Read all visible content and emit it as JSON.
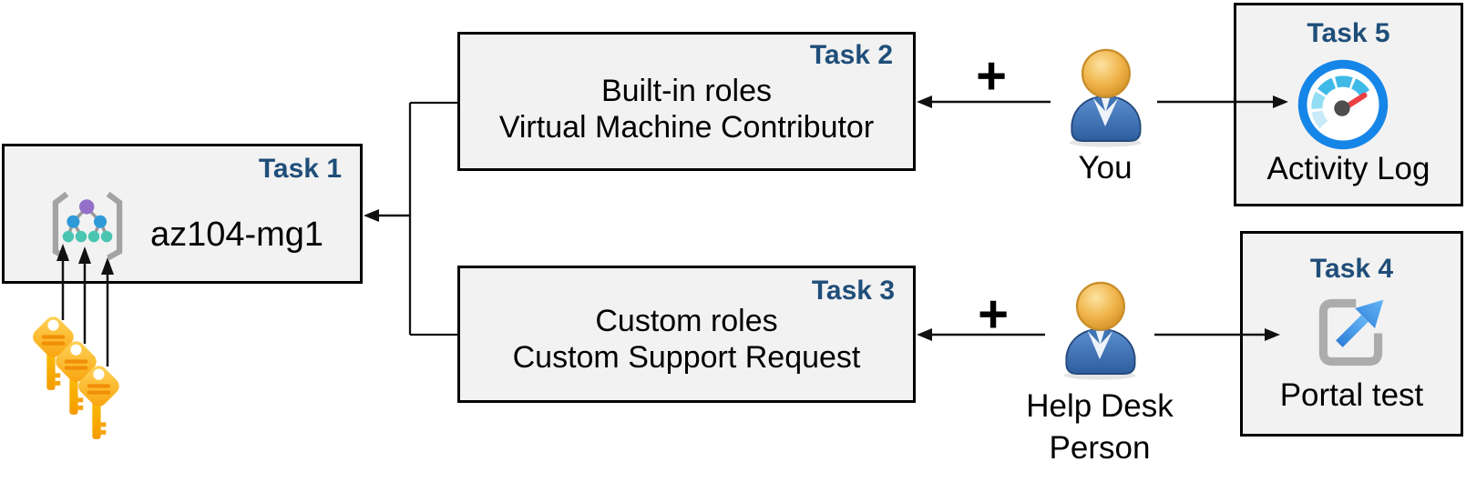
{
  "diagram": {
    "task1": {
      "label": "Task 1",
      "title": "az104-mg1"
    },
    "task2": {
      "label": "Task 2",
      "line1": "Built-in roles",
      "line2": "Virtual Machine Contributor"
    },
    "task3": {
      "label": "Task 3",
      "line1": "Custom roles",
      "line2": "Custom Support Request"
    },
    "task4": {
      "label": "Task 4",
      "caption": "Portal test"
    },
    "task5": {
      "label": "Task 5",
      "caption": "Activity Log"
    },
    "actors": {
      "you": {
        "label": "You"
      },
      "help_desk": {
        "label_line1": "Help Desk",
        "label_line2": "Person"
      }
    },
    "operators": {
      "add_role_top": "+",
      "add_role_bottom": "+"
    },
    "icons": {
      "task1_icon": "management-group-icon",
      "task5_icon": "activity-log-gauge-icon",
      "task4_icon": "portal-external-link-icon",
      "keys_icon": "three-keys-icon",
      "actor_icon": "person-icon"
    },
    "colors": {
      "box_fill": "#f2f2f2",
      "box_border": "#000000",
      "task_label_navy": "#1f4e79",
      "gauge_ring_blue": "#1685e8",
      "gauge_segment_cyan": "#3fbae8",
      "needle_red": "#ed4045",
      "portal_arrow_blue": "#3f9ae8",
      "key_gold": "#ffc61a",
      "person_head_orange": "#edab49",
      "person_body_blue": "#3a6db0"
    }
  }
}
